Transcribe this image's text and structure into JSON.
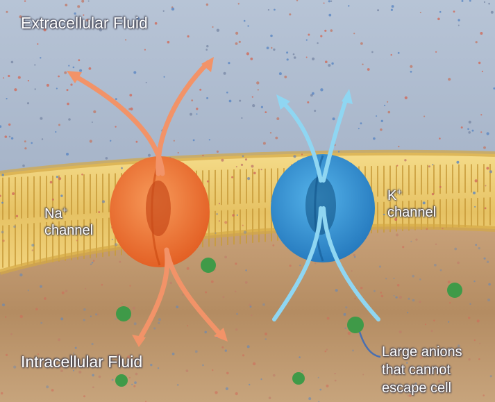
{
  "labels": {
    "extracellular": "Extracellular Fluid",
    "intracellular": "Intracellular Fluid",
    "na_channel": {
      "ion": "Na",
      "charge": "+",
      "word": "channel"
    },
    "k_channel": {
      "ion": "K",
      "charge": "+",
      "word": "channel"
    },
    "anions": {
      "line1": "Large anions",
      "line2": "that cannot",
      "line3": "escape cell"
    }
  },
  "colors": {
    "extracellular_bg": "#a8b8cc",
    "intracellular_bg": "#b8936c",
    "membrane": "#f0d27a",
    "na_channel": "#ee6a2a",
    "k_channel": "#2f8fd0",
    "na_arrow": "#f08a5a",
    "k_arrow": "#7fd0f0",
    "anion": "#3f9a48"
  }
}
